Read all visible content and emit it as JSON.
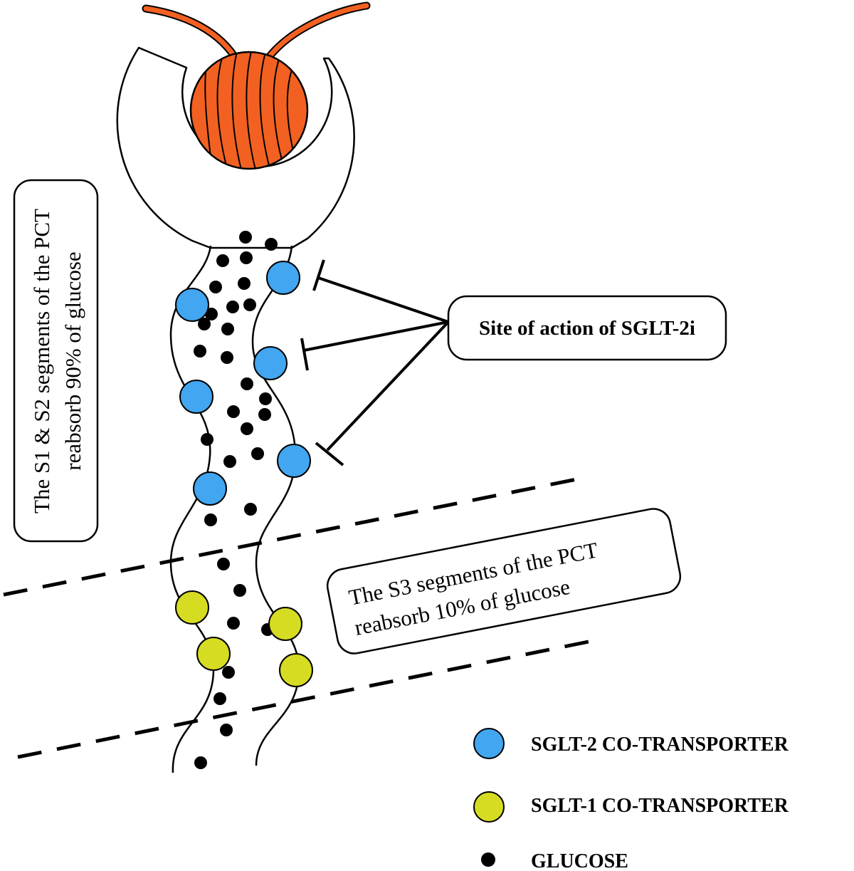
{
  "labels": {
    "s1_s2_line1": "The S1  & S2 segments of the PCT",
    "s1_s2_line2": "reabsorb 90% of glucose",
    "site_of_action": "Site of action of SGLT-2i",
    "s3_line1": "The S3 segments of the PCT",
    "s3_line2": "reabsorb 10% of glucose"
  },
  "legend": [
    {
      "label": "SGLT-2 CO-TRANSPORTER",
      "icon": "blue-circle-icon",
      "color": "#42a6f0"
    },
    {
      "label": "SGLT-1 CO-TRANSPORTER",
      "icon": "yellow-circle-icon",
      "color": "#d6dc22"
    },
    {
      "label": "GLUCOSE",
      "icon": "glucose-dot-icon",
      "color": "#000000"
    }
  ],
  "colors": {
    "glomerulus": "#f26122",
    "sglt2": "#42a6f0",
    "sglt1": "#d6dc22",
    "glucose": "#000000"
  }
}
